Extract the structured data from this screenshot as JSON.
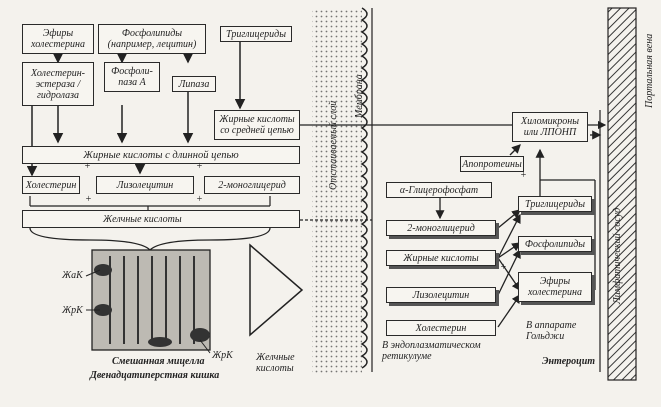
{
  "lumen": {
    "esters": "Эфиры холестерина",
    "phospholipids": "Фосфолипиды (например, лецитин)",
    "triglycerides": "Триглицериды",
    "cholesterase": "Холестерин-эстераза / гидролаза",
    "phospholipase": "Фосфоли-паза А",
    "lipase": "Липаза",
    "medium_chain": "Жирные кислоты со средней цепью",
    "long_chain": "Жирные кислоты с длинной цепью",
    "cholesterol": "Холестерин",
    "lysolecithin": "Лизолецитин",
    "monoglyceride": "2-моноглицерид",
    "bile_acids": "Желчные кислоты",
    "fa_label": "ЖаК",
    "bile_label_1": "ЖрК",
    "bile_label_2": "ЖрК",
    "micelle": "Смешанная мицелла",
    "duodenum": "Двенадцатиперстная кишка",
    "bile_acids_out": "Желчные кислоты"
  },
  "layers": {
    "unstirred": "Отстаиваемый слой",
    "membrane": "Мембрана",
    "lymph": "Лимфатический сосуд",
    "portal": "Портальная вена"
  },
  "cell": {
    "chylomicrons": "Хиломикроны или ЛПОНП",
    "apoproteins": "Апопротеины",
    "glycerophosphate": "α-Глицерофосфат",
    "mono": "2-моноглицерид",
    "fatty_acids": "Жирные кислоты",
    "lysolecithin": "Лизолецитин",
    "cholesterol": "Холестерин",
    "tg": "Триглицериды",
    "pl": "Фосфолипиды",
    "ce": "Эфиры холестерина",
    "golgi": "В аппарате Гольджи",
    "er": "В эндоплазматическом ретикулуме",
    "enterocyte": "Энтероцит"
  },
  "markers": {
    "plus": "+"
  }
}
